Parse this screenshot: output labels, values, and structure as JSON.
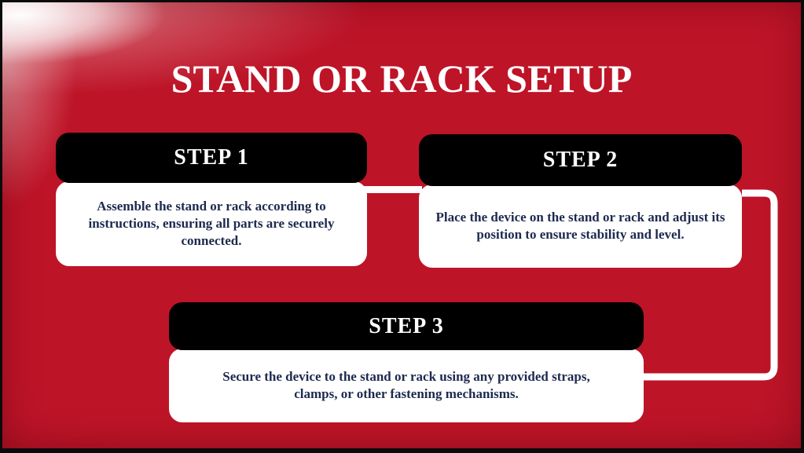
{
  "page": {
    "title": "STAND OR RACK SETUP"
  },
  "steps": [
    {
      "label": "STEP 1",
      "description": "Assemble the stand or rack according to instructions, ensuring all parts are securely connected."
    },
    {
      "label": "STEP 2",
      "description": "Place the device on the stand or rack and adjust its position to ensure stability and level."
    },
    {
      "label": "STEP 3",
      "description": "Secure the device to the stand or rack using any provided straps, clamps, or other fastening mechanisms."
    }
  ],
  "colors": {
    "background": "#be1428",
    "header": "#000000",
    "card": "#ffffff",
    "title_text": "#ffffff",
    "step_label_text": "#ffffff",
    "description_text": "#1d2a4f",
    "connector": "#ffffff",
    "frame": "#0c0b0b"
  }
}
